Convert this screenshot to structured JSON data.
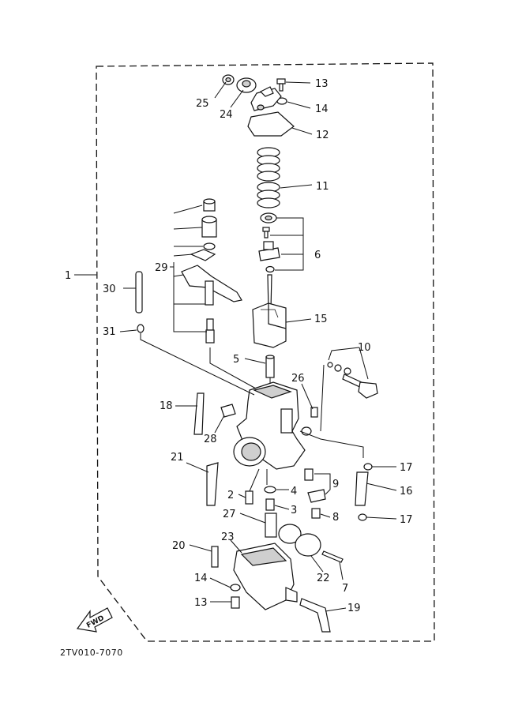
{
  "diagram": {
    "reference_code": "2TV010-7070",
    "fwd_label": "FWD",
    "callouts": [
      {
        "id": "c1",
        "label": "1"
      },
      {
        "id": "c2",
        "label": "2"
      },
      {
        "id": "c3",
        "label": "3"
      },
      {
        "id": "c4",
        "label": "4"
      },
      {
        "id": "c5",
        "label": "5"
      },
      {
        "id": "c6",
        "label": "6"
      },
      {
        "id": "c7",
        "label": "7"
      },
      {
        "id": "c8",
        "label": "8"
      },
      {
        "id": "c9",
        "label": "9"
      },
      {
        "id": "c10",
        "label": "10"
      },
      {
        "id": "c11",
        "label": "11"
      },
      {
        "id": "c12",
        "label": "12"
      },
      {
        "id": "c13a",
        "label": "13"
      },
      {
        "id": "c13b",
        "label": "13"
      },
      {
        "id": "c14a",
        "label": "14"
      },
      {
        "id": "c14b",
        "label": "14"
      },
      {
        "id": "c15",
        "label": "15"
      },
      {
        "id": "c16",
        "label": "16"
      },
      {
        "id": "c17a",
        "label": "17"
      },
      {
        "id": "c17b",
        "label": "17"
      },
      {
        "id": "c18",
        "label": "18"
      },
      {
        "id": "c19",
        "label": "19"
      },
      {
        "id": "c20",
        "label": "20"
      },
      {
        "id": "c21",
        "label": "21"
      },
      {
        "id": "c22",
        "label": "22"
      },
      {
        "id": "c23",
        "label": "23"
      },
      {
        "id": "c24",
        "label": "24"
      },
      {
        "id": "c25",
        "label": "25"
      },
      {
        "id": "c26",
        "label": "26"
      },
      {
        "id": "c27",
        "label": "27"
      },
      {
        "id": "c28",
        "label": "28"
      },
      {
        "id": "c29",
        "label": "29"
      },
      {
        "id": "c30",
        "label": "30"
      },
      {
        "id": "c31",
        "label": "31"
      }
    ]
  }
}
